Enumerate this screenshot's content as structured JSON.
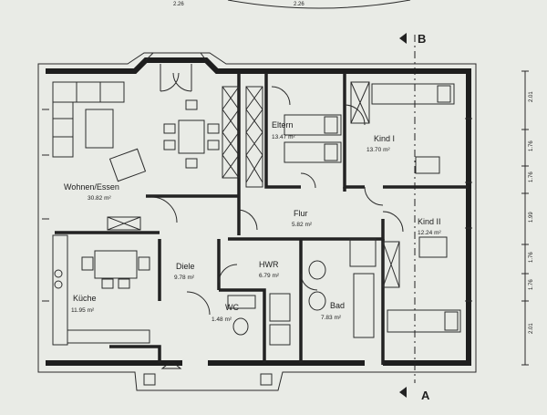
{
  "rooms": [
    {
      "name": "Wohnen/Essen",
      "area": "30.82 m²"
    },
    {
      "name": "Eltern",
      "area": "13.47 m²"
    },
    {
      "name": "Kind I",
      "area": "13.70 m²"
    },
    {
      "name": "Kind II",
      "area": "12.24 m²"
    },
    {
      "name": "Flur",
      "area": "5.82 m²"
    },
    {
      "name": "Diele",
      "area": "9.78 m²"
    },
    {
      "name": "HWR",
      "area": "6.79 m²"
    },
    {
      "name": "Küche",
      "area": "11.95 m²"
    },
    {
      "name": "WC",
      "area": "1.48 m²"
    },
    {
      "name": "Bad",
      "area": "7.83 m²"
    }
  ],
  "sections": {
    "top": "B",
    "bottom": "A"
  },
  "dimensions": {
    "top": [
      "2.26",
      "2.26"
    ],
    "right": [
      "2.01",
      "1.76",
      "1.76",
      "1.99",
      "1.76",
      "1.76",
      "2.01"
    ]
  },
  "colors": {
    "paper": "#e9ebe6",
    "ink": "#1e1e1e"
  }
}
